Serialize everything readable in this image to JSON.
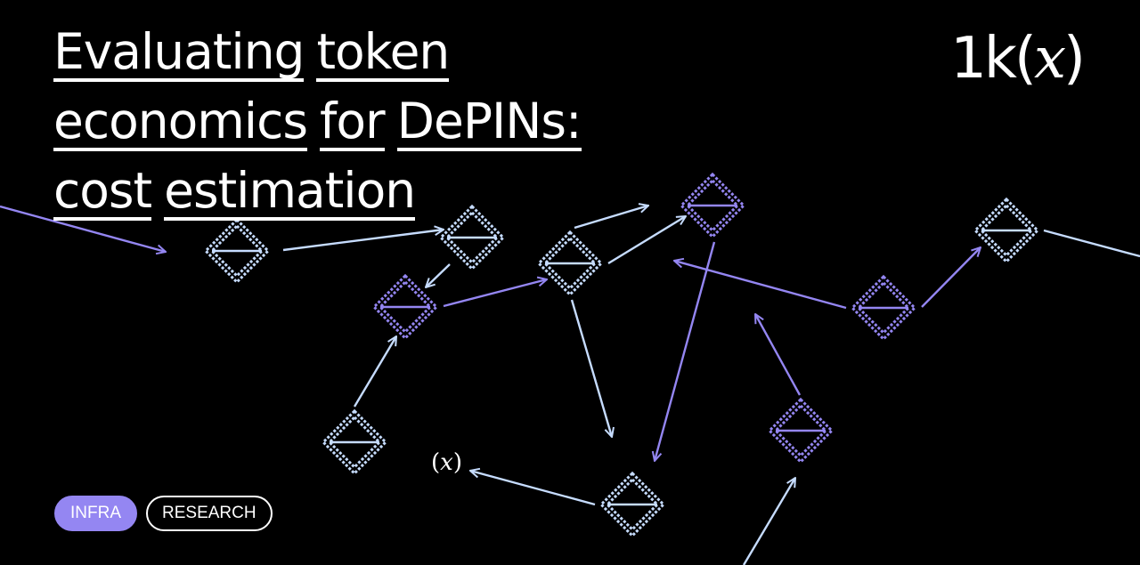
{
  "title": {
    "words": [
      "Evaluating",
      "token",
      "economics",
      "for",
      "DePINs:",
      "cost",
      "estimation"
    ]
  },
  "logo": {
    "prefix": "1k(",
    "variable": "x",
    "suffix": ")"
  },
  "graph_label": {
    "open": "(",
    "variable": "x",
    "close": ")"
  },
  "tags": [
    {
      "label": "INFRA"
    },
    {
      "label": "RESEARCH"
    }
  ],
  "colors": {
    "background": "#000000",
    "text": "#ffffff",
    "node_light": "#c6dcff",
    "node_purple": "#9486f2",
    "tag_filled": "#9486f2"
  },
  "icons": {
    "node": "pixel-diamond-node-icon",
    "edge": "arrow-edge"
  }
}
